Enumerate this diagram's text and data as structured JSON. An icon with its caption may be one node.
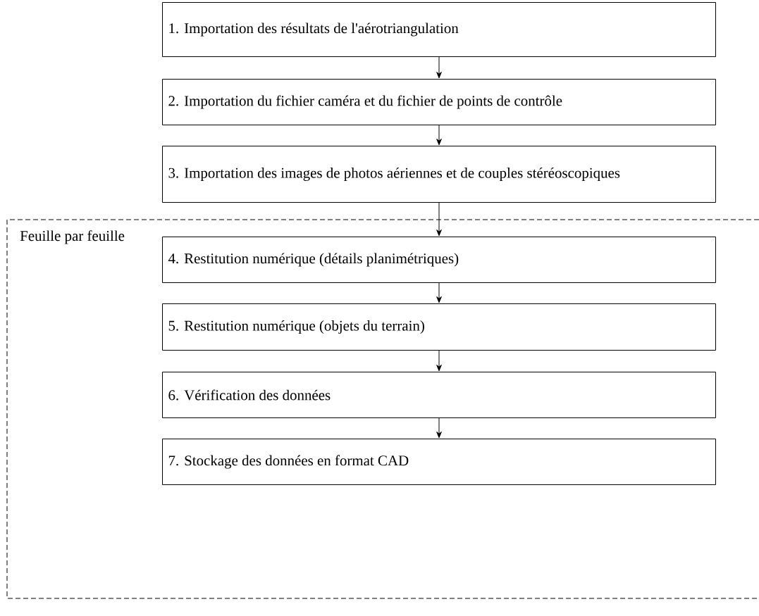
{
  "diagram": {
    "nodes": [
      {
        "text": [
          "1. Importation des résultats de l'aérotriangulation"
        ]
      },
      {
        "text": [
          "2. Importation du fichier caméra et du fichier de points de contrôle"
        ]
      },
      {
        "text": [
          "3. Importation des images de photos aériennes et de couples stéréoscopiques"
        ]
      },
      {
        "text": [
          "Feuille par feuille"
        ]
      },
      {
        "text": [
          "4. Restitution numérique (détails planimétriques)"
        ],
        "in": 3
      },
      {
        "text": [
          "5. Restitution numérique (objets du terrain)"
        ],
        "in": 3
      },
      {
        "text": [
          "6. Vérification des données"
        ],
        "in": 3
      },
      {
        "text": [
          "7. Stockage des données en format CAD"
        ],
        "in": 3
      }
    ],
    "edges": [
      {
        "from": 0,
        "to": 1,
        "arrow": "to"
      },
      {
        "from": 1,
        "to": 2,
        "arrow": "to"
      },
      {
        "from": 2,
        "to": 4,
        "arrow": "to"
      },
      {
        "from": 4,
        "to": 5,
        "arrow": "to"
      },
      {
        "from": 5,
        "to": 6,
        "arrow": "to"
      },
      {
        "from": 6,
        "to": 7,
        "arrow": "to"
      }
    ]
  }
}
